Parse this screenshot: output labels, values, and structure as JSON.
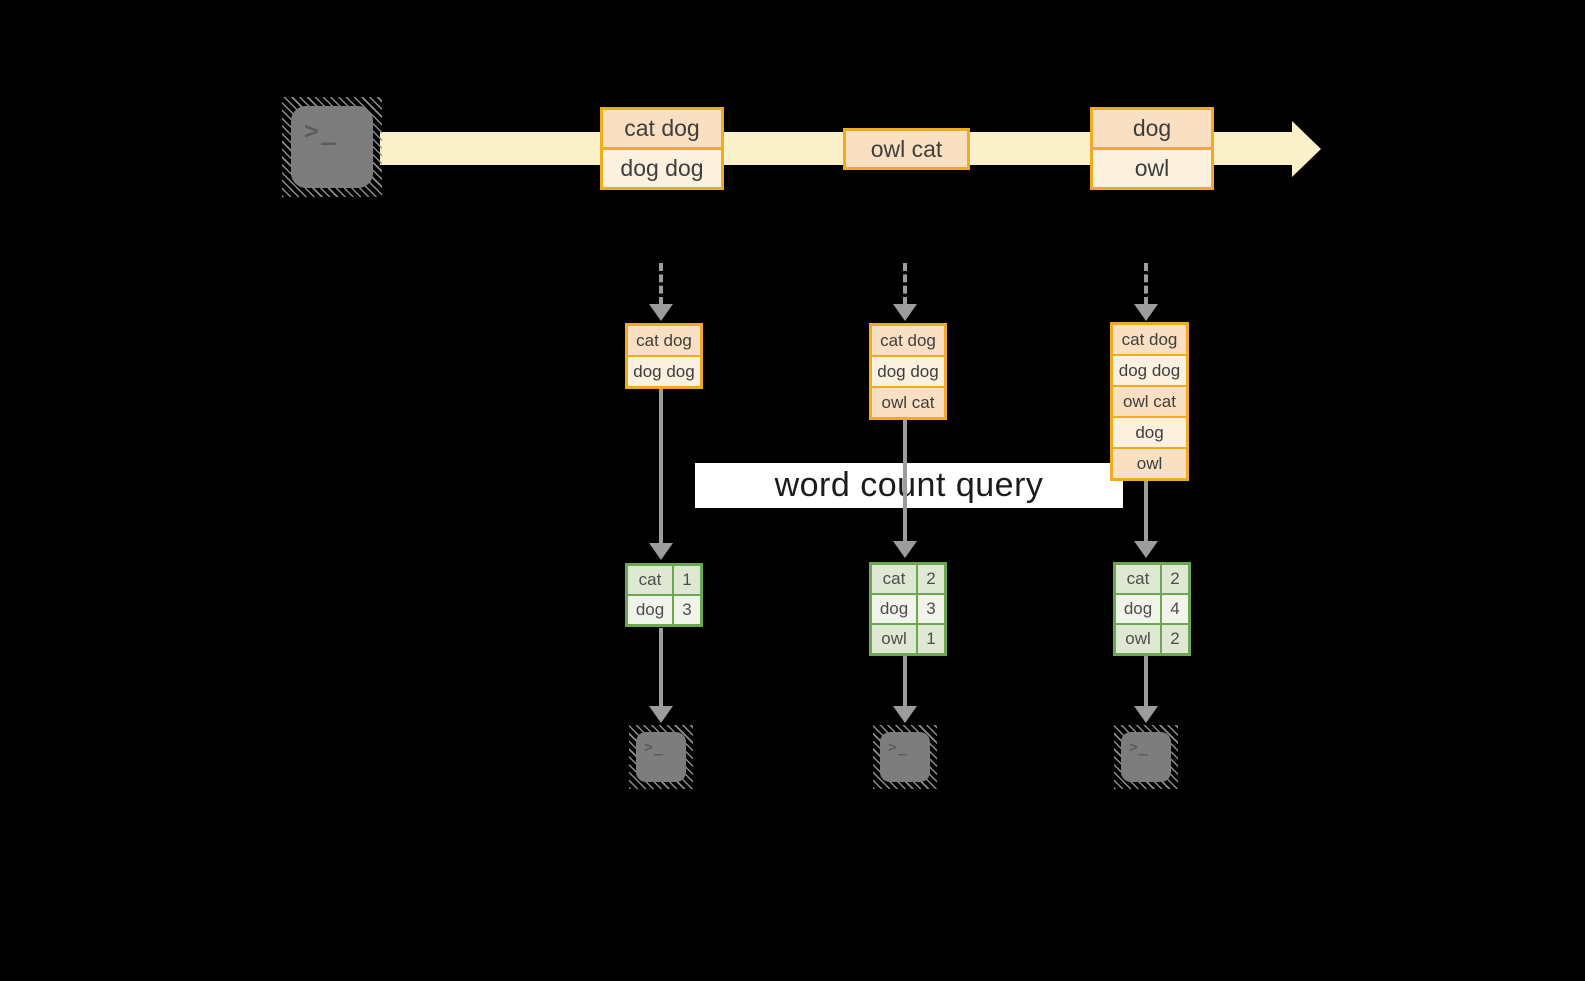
{
  "query_label": "word count query",
  "terminal_prompt": ">_",
  "stream": {
    "events": [
      {
        "lines": [
          "cat dog",
          "dog dog"
        ]
      },
      {
        "lines": [
          "owl cat"
        ]
      },
      {
        "lines": [
          "dog",
          "owl"
        ]
      }
    ]
  },
  "pipelines": [
    {
      "buffer": [
        "cat dog",
        "dog dog"
      ],
      "counts": [
        {
          "word": "cat",
          "count": "1"
        },
        {
          "word": "dog",
          "count": "3"
        }
      ]
    },
    {
      "buffer": [
        "cat dog",
        "dog dog",
        "owl cat"
      ],
      "counts": [
        {
          "word": "cat",
          "count": "2"
        },
        {
          "word": "dog",
          "count": "3"
        },
        {
          "word": "owl",
          "count": "1"
        }
      ]
    },
    {
      "buffer": [
        "cat dog",
        "dog dog",
        "owl cat",
        "dog",
        "owl"
      ],
      "counts": [
        {
          "word": "cat",
          "count": "2"
        },
        {
          "word": "dog",
          "count": "4"
        },
        {
          "word": "owl",
          "count": "2"
        }
      ]
    }
  ],
  "palette": {
    "background": "#000000",
    "stream_band": "#FAF0C9",
    "event_border": "#F0AC1E",
    "event_fill_dark": "#F9E0C2",
    "event_fill_light": "#FCF0DF",
    "table_border": "#6CA84F",
    "table_fill_dark": "#DEE8D2",
    "table_fill_light": "#F0F4EB",
    "arrow_gray": "#9C9C9C",
    "terminal_gray": "#7D7D7D",
    "query_label_bg": "#FFFFFF"
  }
}
